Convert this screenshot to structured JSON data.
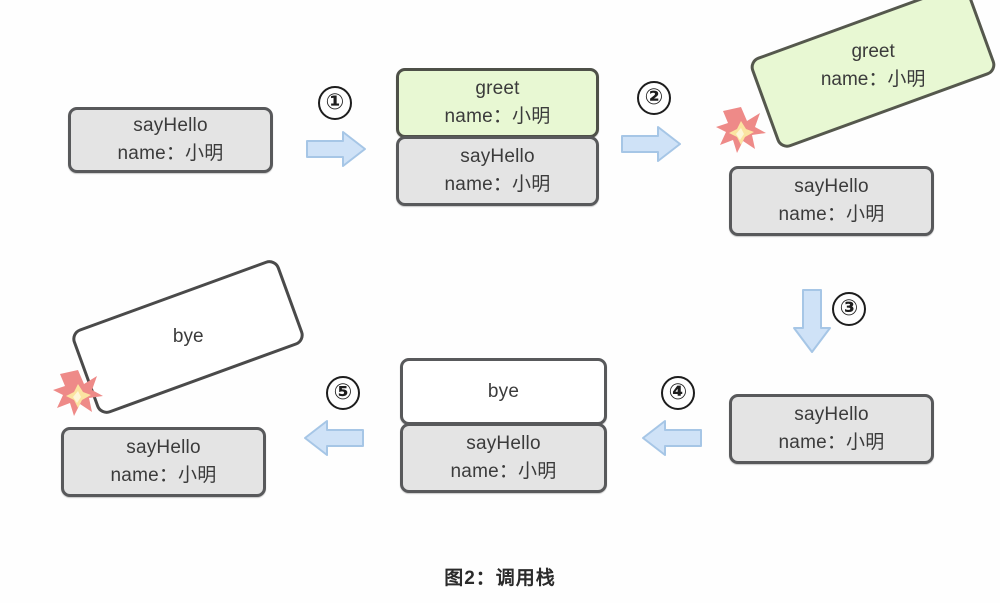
{
  "figure": {
    "caption": "图2：调用栈",
    "background_color": "#fefefe"
  },
  "colors": {
    "frame_gray_fill": "#e4e4e4",
    "frame_green_fill": "#e8f8d3",
    "frame_white_fill": "#ffffff",
    "frame_border": "#58595b",
    "arrow_fill": "#cfe2f7",
    "arrow_border": "#a8c8e8",
    "step_circle_border": "#1d1d1d",
    "boom_outer": "#ec8785",
    "boom_inner": "#fbe9a0",
    "text": "#3b3b3b"
  },
  "labels": {
    "sayHello": "sayHello",
    "greet": "greet",
    "bye": "bye",
    "name_line": "name：小明"
  },
  "steps": [
    {
      "id": "step-1",
      "label": "①",
      "number": "1",
      "direction": "right"
    },
    {
      "id": "step-2",
      "label": "②",
      "number": "2",
      "direction": "right"
    },
    {
      "id": "step-3",
      "label": "③",
      "number": "3",
      "direction": "down"
    },
    {
      "id": "step-4",
      "label": "④",
      "number": "4",
      "direction": "left"
    },
    {
      "id": "step-5",
      "label": "⑤",
      "number": "5",
      "direction": "left"
    }
  ],
  "stages": [
    {
      "id": "stage-1",
      "position": "top-left",
      "frames": [
        {
          "name": "sayHello",
          "line1": "sayHello",
          "line2": "name：小明",
          "fill": "gray",
          "state": "active"
        }
      ]
    },
    {
      "id": "stage-2",
      "position": "top-center",
      "frames": [
        {
          "name": "greet",
          "line1": "greet",
          "line2": "name：小明",
          "fill": "green",
          "state": "pushed"
        },
        {
          "name": "sayHello",
          "line1": "sayHello",
          "line2": "name：小明",
          "fill": "gray",
          "state": "waiting"
        }
      ]
    },
    {
      "id": "stage-3",
      "position": "top-right",
      "frames": [
        {
          "name": "greet",
          "line1": "greet",
          "line2": "name：小明",
          "fill": "green",
          "state": "popped"
        },
        {
          "name": "sayHello",
          "line1": "sayHello",
          "line2": "name：小明",
          "fill": "gray",
          "state": "active"
        }
      ],
      "boom": true
    },
    {
      "id": "stage-4",
      "position": "bottom-right",
      "frames": [
        {
          "name": "sayHello",
          "line1": "sayHello",
          "line2": "name：小明",
          "fill": "gray",
          "state": "active"
        }
      ]
    },
    {
      "id": "stage-5",
      "position": "bottom-center",
      "frames": [
        {
          "name": "bye",
          "line1": "bye",
          "line2": "",
          "fill": "white",
          "state": "pushed"
        },
        {
          "name": "sayHello",
          "line1": "sayHello",
          "line2": "name：小明",
          "fill": "gray",
          "state": "waiting"
        }
      ]
    },
    {
      "id": "stage-6",
      "position": "bottom-left",
      "frames": [
        {
          "name": "bye",
          "line1": "bye",
          "line2": "",
          "fill": "white",
          "state": "popped"
        },
        {
          "name": "sayHello",
          "line1": "sayHello",
          "line2": "name：小明",
          "fill": "gray",
          "state": "active"
        }
      ],
      "boom": true
    }
  ]
}
